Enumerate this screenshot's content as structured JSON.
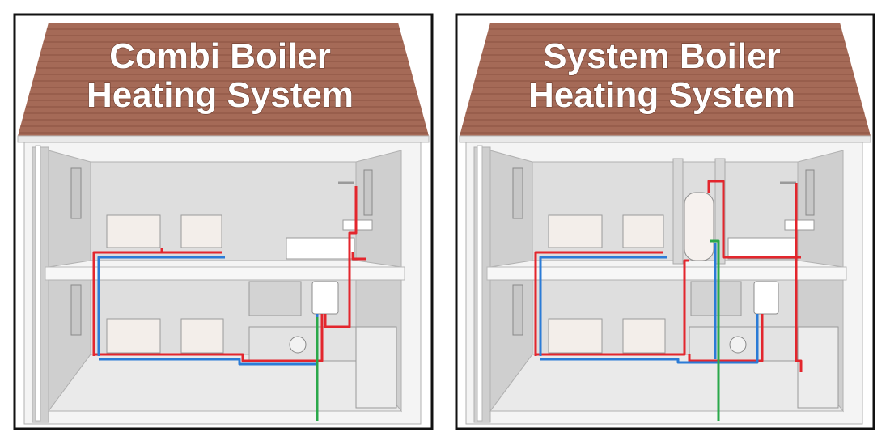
{
  "panels": [
    {
      "id": "combi",
      "title_lines": [
        "Combi Boiler",
        "Heating System"
      ]
    },
    {
      "id": "system",
      "title_lines": [
        "System Boiler",
        "Heating System"
      ]
    }
  ],
  "colors": {
    "roof": "#a56a57",
    "roof_line": "#8a5241",
    "wall_outer": "#f4f4f4",
    "wall_inner": "#dedede",
    "wall_shade": "#cfcfcf",
    "floor": "#eaeaea",
    "floor_slab": "#f7f7f7",
    "radiator": "#f3eeea",
    "hot_pipe": "#e3262d",
    "cold_pipe": "#2b7bd6",
    "mains_pipe": "#2aa84a",
    "outline": "#9a9a9a"
  },
  "icons": [
    "radiator-icon",
    "boiler-icon",
    "hot-water-cylinder-icon",
    "bath-icon",
    "shower-icon",
    "washing-machine-icon"
  ]
}
